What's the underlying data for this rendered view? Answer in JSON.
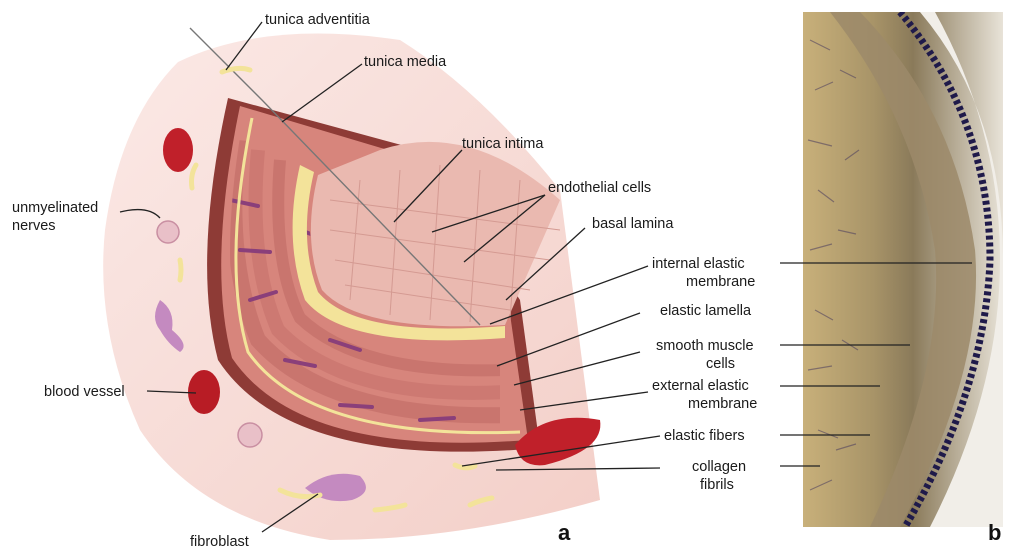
{
  "labels": {
    "tunica_adventitia": "tunica adventitia",
    "tunica_media": "tunica  media",
    "tunica_intima": "tunica  intima",
    "endothelial_cells": "endothelial cells",
    "basal_lamina": "basal lamina",
    "unmyelinated_nerves_1": "unmyelinated",
    "unmyelinated_nerves_2": "nerves",
    "internal_elastic_1": "internal elastic",
    "internal_elastic_2": "membrane",
    "elastic_lamella": "elastic lamella",
    "smooth_muscle_1": "smooth muscle",
    "smooth_muscle_2": "cells",
    "external_elastic_1": "external elastic",
    "external_elastic_2": "membrane",
    "blood_vessel": "blood vessel",
    "elastic_fibers": "elastic fibers",
    "collagen_1": "collagen",
    "collagen_2": "fibrils",
    "fibroblast": "fibroblast"
  },
  "panels": {
    "a": "a",
    "b": "b"
  },
  "colors": {
    "adventitia": "#f6dcd6",
    "media": "#d98f87",
    "elastic_band": "#f3e39a",
    "intima": "#eab9b0",
    "nucleus": "#9a4f8e",
    "red_cell": "#c0202a",
    "histology_bg": "#c9b27a"
  }
}
